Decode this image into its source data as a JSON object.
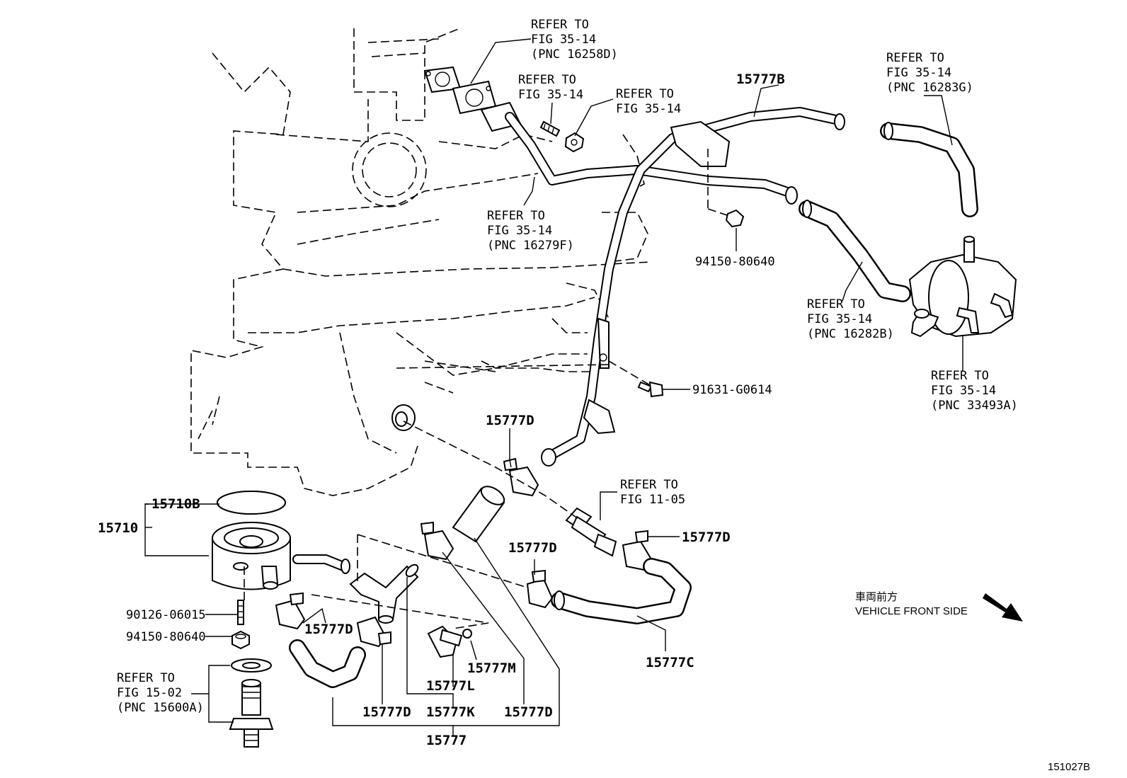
{
  "labels": {
    "refer_1": [
      "REFER TO",
      "FIG 35-14",
      "(PNC 16258D)"
    ],
    "refer_2": [
      "REFER TO",
      "FIG 35-14"
    ],
    "refer_3": [
      "REFER TO",
      "FIG 35-14"
    ],
    "refer_4": [
      "REFER TO",
      "FIG 35-14",
      "(PNC 16283G)"
    ],
    "refer_5": [
      "REFER TO",
      "FIG 35-14",
      "(PNC 16279F)"
    ],
    "refer_6": [
      "REFER TO",
      "FIG 35-14",
      "(PNC 16282B)"
    ],
    "refer_7": [
      "REFER TO",
      "FIG 35-14",
      "(PNC 33493A)"
    ],
    "refer_8": [
      "REFER TO",
      "FIG 11-05"
    ],
    "refer_9": [
      "REFER TO",
      "FIG 15-02",
      "(PNC 15600A)"
    ],
    "p15777B": "15777B",
    "p94150_top": "94150-80640",
    "p91631": "91631-G0614",
    "p15777D_a": "15777D",
    "p15777D_b": "15777D",
    "p15777D_c": "15777D",
    "p15777D_d": "15777D",
    "p15777D_e": "15777D",
    "p15777D_f": "15777D",
    "p15710B": "15710B",
    "p15710": "15710",
    "p90126": "90126-06015",
    "p94150_bot": "94150-80640",
    "p15777C": "15777C",
    "p15777M": "15777M",
    "p15777L": "15777L",
    "p15777K": "15777K",
    "p15777": "15777",
    "front_jp": "車両前方",
    "front_en": "VEHICLE FRONT SIDE",
    "diagram_id": "151027B"
  }
}
